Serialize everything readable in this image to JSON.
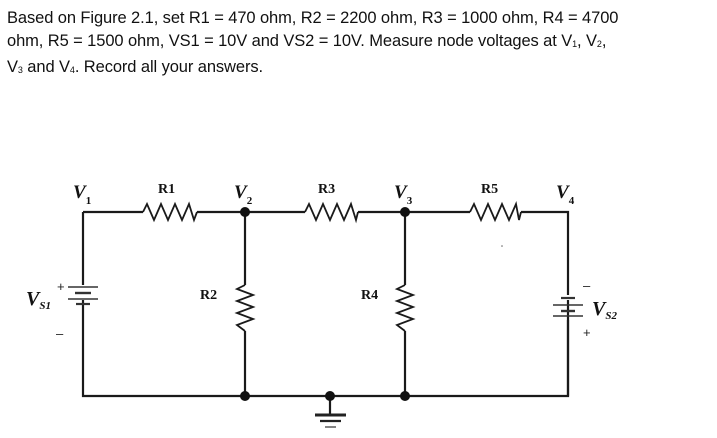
{
  "question": {
    "line1": "Based on  Figure 2.1, set R1 = 470 ohm, R2 = 2200 ohm, R3 = 1000 ohm, R4 = 4700",
    "line2_pre": "ohm, R5 = 1500 ohm, VS1 = 10V and VS2  = 10V. Measure node voltages at V",
    "line2_sub1": "1",
    "line2_mid": ", V",
    "line2_sub2": "2",
    "line2_end": ",",
    "line3_pre": "V",
    "line3_sub3": "3",
    "line3_mid": " and V",
    "line3_sub4": "4",
    "line3_end": ". Record all your  answers."
  },
  "circuit": {
    "nodes": [
      {
        "label": "V",
        "sub": "1"
      },
      {
        "label": "V",
        "sub": "2"
      },
      {
        "label": "V",
        "sub": "3"
      },
      {
        "label": "V",
        "sub": "4"
      }
    ],
    "resistors": [
      "R1",
      "R2",
      "R3",
      "R4",
      "R5"
    ],
    "sources": [
      {
        "label": "V",
        "sub": "S1",
        "plus": "+",
        "minus": "–"
      },
      {
        "label": "V",
        "sub": "S2",
        "plus": "+",
        "minus": "–"
      }
    ],
    "ground": "ground-icon"
  }
}
